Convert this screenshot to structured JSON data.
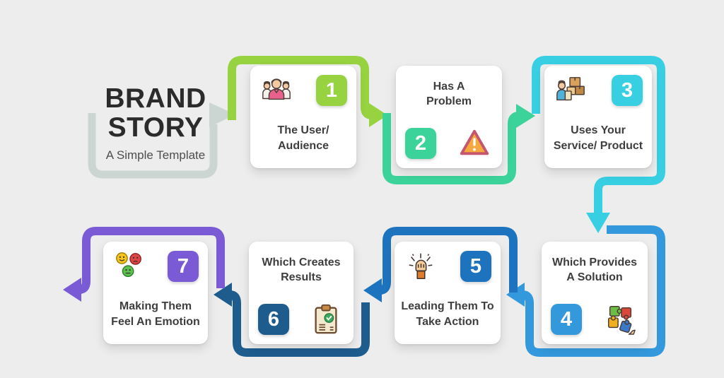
{
  "background_color": "#EDEDED",
  "title": {
    "line1": "BRAND",
    "line2": "STORY",
    "subtitle": "A Simple Template",
    "bracket_color": "#CBD6D2",
    "text_color": "#2B2B2B"
  },
  "steps": [
    {
      "number": "1",
      "lines": [
        "The User/",
        "Audience"
      ],
      "color": "#97D241",
      "icon": "users-icon"
    },
    {
      "number": "2",
      "lines": [
        "Has A",
        "Problem"
      ],
      "color": "#3CD39B",
      "icon": "warning-icon"
    },
    {
      "number": "3",
      "lines": [
        "Uses Your",
        "Service/ Product"
      ],
      "color": "#38CFE2",
      "icon": "boxes-icon"
    },
    {
      "number": "4",
      "lines": [
        "Which Provides",
        "A Solution"
      ],
      "color": "#3399DC",
      "icon": "puzzle-icon"
    },
    {
      "number": "5",
      "lines": [
        "Leading Them To",
        "Take Action"
      ],
      "color": "#1E73BE",
      "icon": "fist-icon"
    },
    {
      "number": "6",
      "lines": [
        "Which Creates",
        "Results"
      ],
      "color": "#1E5C8E",
      "icon": "clipboard-icon"
    },
    {
      "number": "7",
      "lines": [
        "Making Them",
        "Feel An Emotion"
      ],
      "color": "#7A5BD5",
      "icon": "emotions-icon"
    }
  ]
}
